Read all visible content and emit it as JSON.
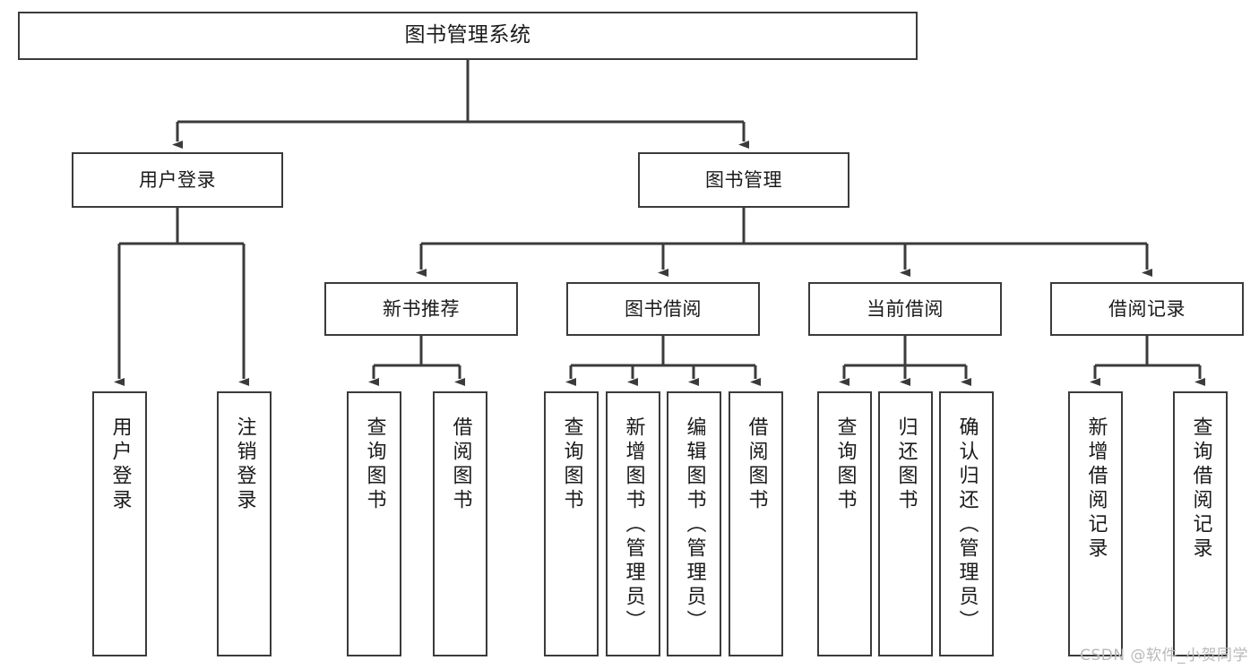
{
  "diagram": {
    "title": "图书管理系统",
    "type": "tree-hierarchy",
    "root": {
      "id": "root",
      "label": "图书管理系统"
    },
    "level2": [
      {
        "id": "user-login",
        "label": "用户登录"
      },
      {
        "id": "book-manage",
        "label": "图书管理"
      }
    ],
    "level3": [
      {
        "id": "new-book-recommend",
        "label": "新书推荐"
      },
      {
        "id": "book-borrow",
        "label": "图书借阅"
      },
      {
        "id": "current-borrow",
        "label": "当前借阅"
      },
      {
        "id": "borrow-record",
        "label": "借阅记录"
      }
    ],
    "leaves": {
      "user_login": [
        {
          "id": "leaf-user-login",
          "label": "用户登录"
        },
        {
          "id": "leaf-logout-login",
          "label": "注销登录"
        }
      ],
      "new_book_recommend": [
        {
          "id": "leaf-query-book-1",
          "label": "查询图书"
        },
        {
          "id": "leaf-borrow-book-1",
          "label": "借阅图书"
        }
      ],
      "book_borrow": [
        {
          "id": "leaf-query-book-2",
          "label": "查询图书"
        },
        {
          "id": "leaf-add-book",
          "label": "新增图书（管理员）"
        },
        {
          "id": "leaf-edit-book",
          "label": "编辑图书（管理员）"
        },
        {
          "id": "leaf-borrow-book-2",
          "label": "借阅图书"
        }
      ],
      "current_borrow": [
        {
          "id": "leaf-query-book-3",
          "label": "查询图书"
        },
        {
          "id": "leaf-return-book",
          "label": "归还图书"
        },
        {
          "id": "leaf-confirm-return",
          "label": "确认归还（管理员）"
        }
      ],
      "borrow_record": [
        {
          "id": "leaf-add-record",
          "label": "新增借阅记录"
        },
        {
          "id": "leaf-query-record",
          "label": "查询借阅记录"
        }
      ]
    }
  },
  "watermark": {
    "text": "CSDN @软件_小贺同学"
  },
  "colors": {
    "box_border": "#3b3b3b",
    "box_fill": "#ffffff",
    "edge": "#3b3b3b",
    "text": "#1a1a1a",
    "watermark": "#b9b9b9",
    "background": "#ffffff"
  }
}
